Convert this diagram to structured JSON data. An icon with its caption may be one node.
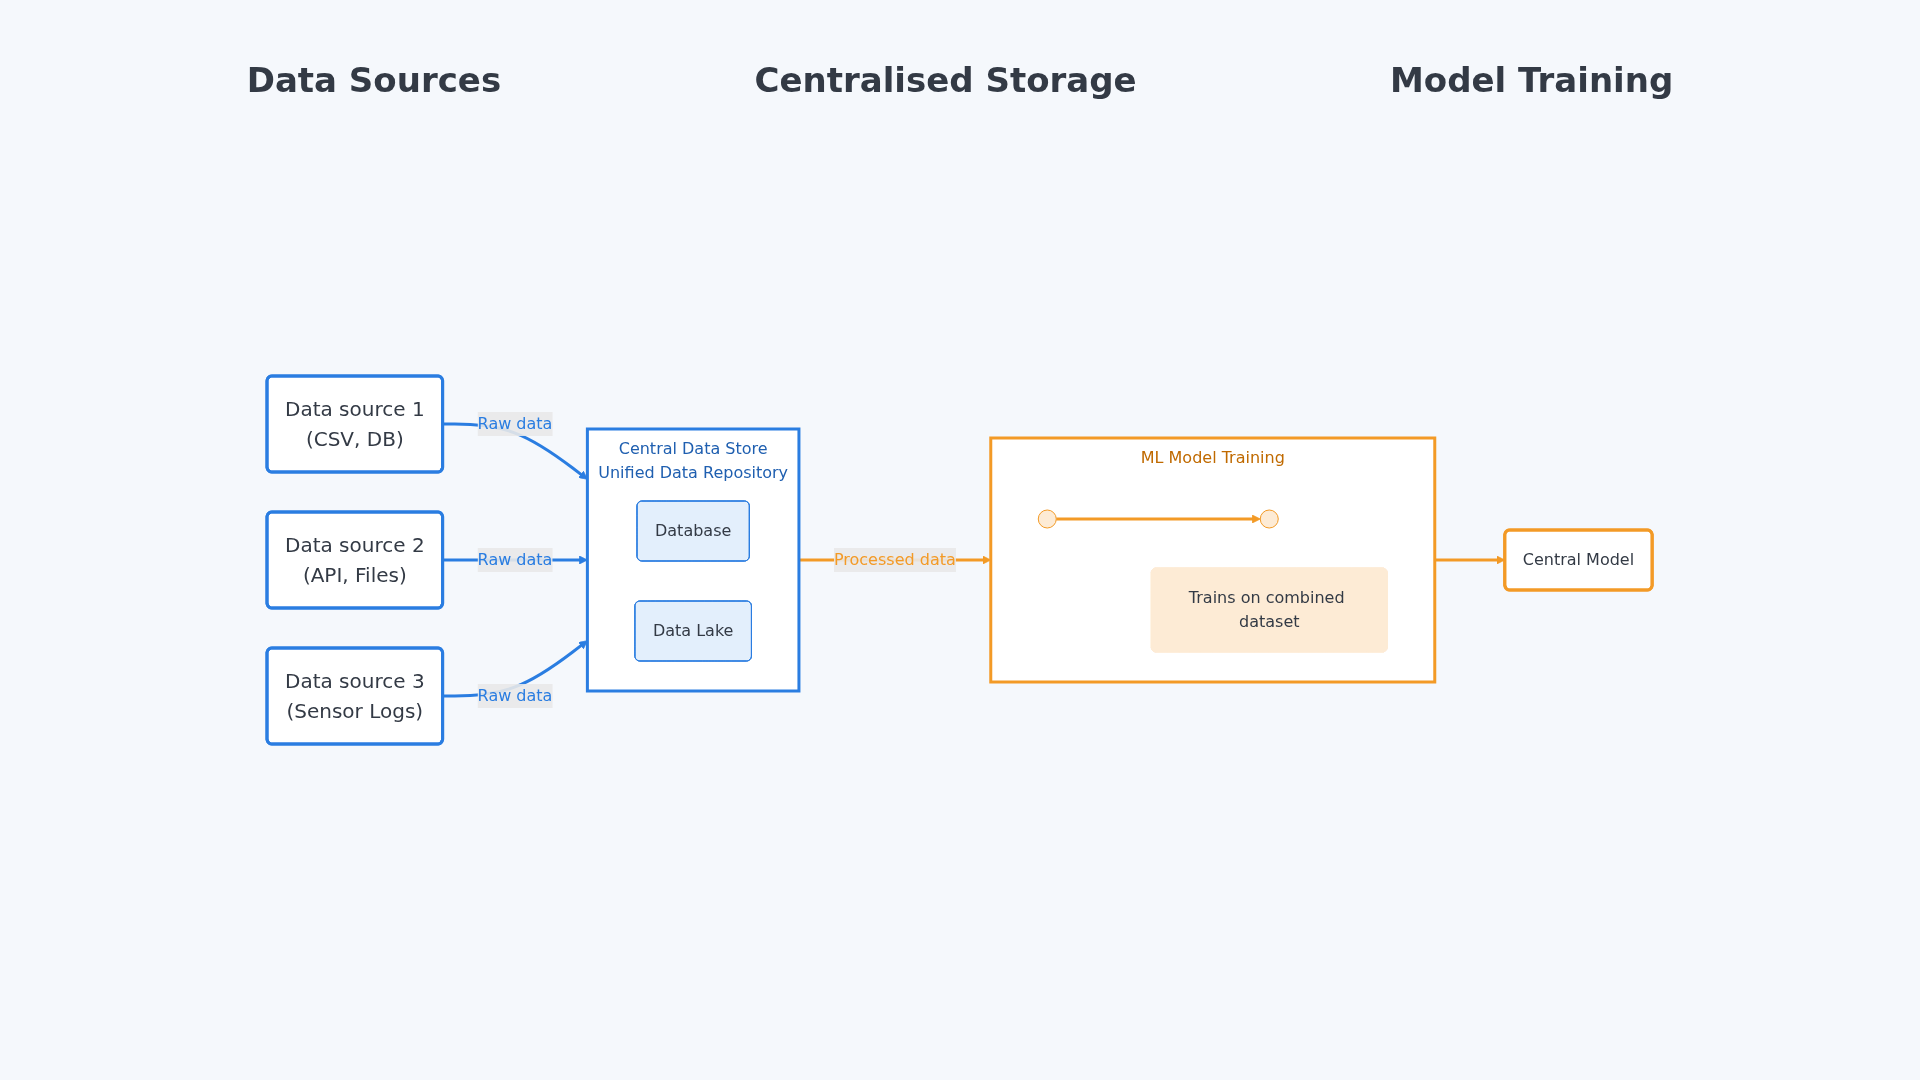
{
  "diagram": {
    "nodes": [
      {
        "text": [
          "Data source 1",
          "(CSV, DB)"
        ]
      },
      {
        "text": [
          "Data source 2",
          "(API, Files)"
        ]
      },
      {
        "text": [
          "Data source 3",
          "(Sensor Logs)"
        ]
      },
      {
        "text": [
          "Central Data Store",
          "Unified Data Repository"
        ]
      },
      {
        "text": [
          "Database"
        ],
        "in": 3
      },
      {
        "text": [
          "Data Lake"
        ],
        "in": 3
      },
      {
        "text": [
          "ML Model Training"
        ]
      },
      {
        "text": [],
        "shape": "circle",
        "in": 6
      },
      {
        "text": [],
        "shape": "circle",
        "in": 6
      },
      {
        "text": [
          "Trains on combined dataset"
        ],
        "in": 6
      },
      {
        "text": [
          "Central Model"
        ]
      }
    ],
    "edges": [
      {
        "from": 0,
        "to": 3,
        "arrow": "to",
        "label": "Raw data",
        "color": "#2a7de1"
      },
      {
        "from": 1,
        "to": 3,
        "arrow": "to",
        "label": "Raw data",
        "color": "#2a7de1"
      },
      {
        "from": 2,
        "to": 3,
        "arrow": "to",
        "label": "Raw data",
        "color": "#2a7de1"
      },
      {
        "from": 3,
        "to": 6,
        "arrow": "to",
        "label": "Processed data",
        "color": "#f39a26"
      },
      {
        "from": 7,
        "to": 8,
        "arrow": "to",
        "color": "#f39a26"
      },
      {
        "from": 6,
        "to": 10,
        "arrow": "to",
        "color": "#f39a26"
      }
    ],
    "labels": [
      "Data Sources",
      "Centralised Storage",
      "Model Training"
    ]
  }
}
